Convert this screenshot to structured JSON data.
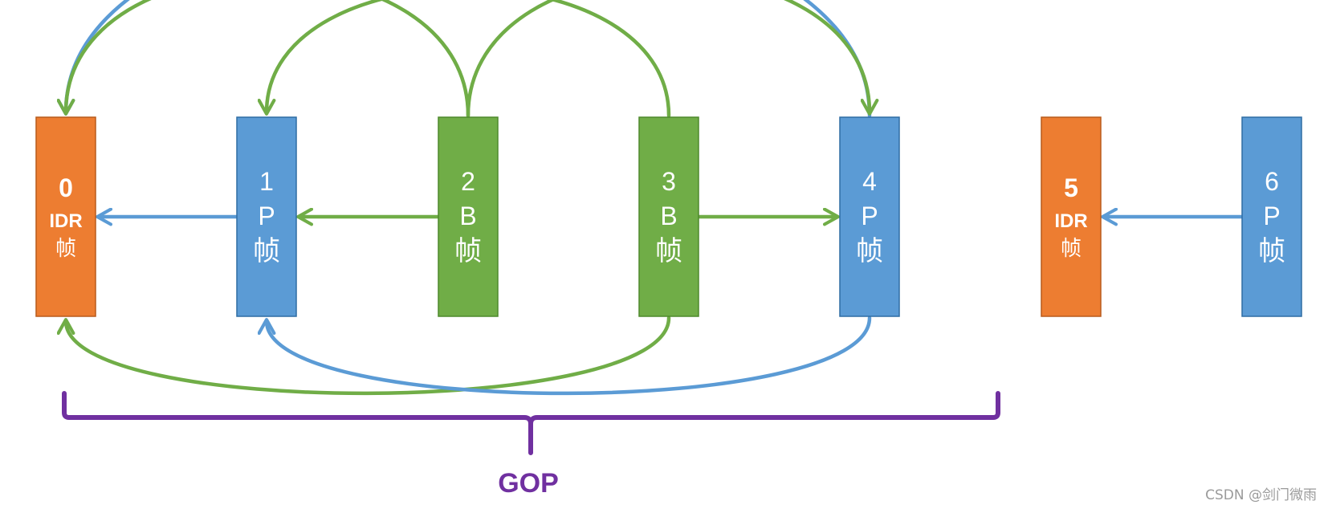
{
  "colors": {
    "idr": "#ED7D31",
    "p": "#5B9BD5",
    "b": "#70AD47",
    "gop": "#7030A0",
    "watermark": "#9a9a9a"
  },
  "frames": [
    {
      "number": "0",
      "type": "IDR",
      "char": "帧",
      "kind": "idr"
    },
    {
      "number": "1",
      "type": "P",
      "char": "帧",
      "kind": "p"
    },
    {
      "number": "2",
      "type": "B",
      "char": "帧",
      "kind": "b"
    },
    {
      "number": "3",
      "type": "B",
      "char": "帧",
      "kind": "b"
    },
    {
      "number": "4",
      "type": "P",
      "char": "帧",
      "kind": "p"
    },
    {
      "number": "5",
      "type": "IDR",
      "char": "帧",
      "kind": "idr"
    },
    {
      "number": "6",
      "type": "P",
      "char": "帧",
      "kind": "p"
    }
  ],
  "references": [
    {
      "from": 1,
      "to": 0,
      "color": "p",
      "route": "straight"
    },
    {
      "from": 2,
      "to": 1,
      "color": "b",
      "route": "straight"
    },
    {
      "from": 3,
      "to": 4,
      "color": "b",
      "route": "straight"
    },
    {
      "from": 6,
      "to": 5,
      "color": "p",
      "route": "straight"
    },
    {
      "from": 4,
      "to": 0,
      "color": "p",
      "route": "over"
    },
    {
      "from": 2,
      "to": 0,
      "color": "b",
      "route": "over"
    },
    {
      "from": 3,
      "to": 1,
      "color": "b",
      "route": "over"
    },
    {
      "from": 2,
      "to": 4,
      "color": "b",
      "route": "over"
    },
    {
      "from": 3,
      "to": 0,
      "color": "b",
      "route": "under"
    },
    {
      "from": 4,
      "to": 1,
      "color": "p",
      "route": "under"
    }
  ],
  "gop": {
    "label": "GOP"
  },
  "watermark": "CSDN @剑门微雨"
}
